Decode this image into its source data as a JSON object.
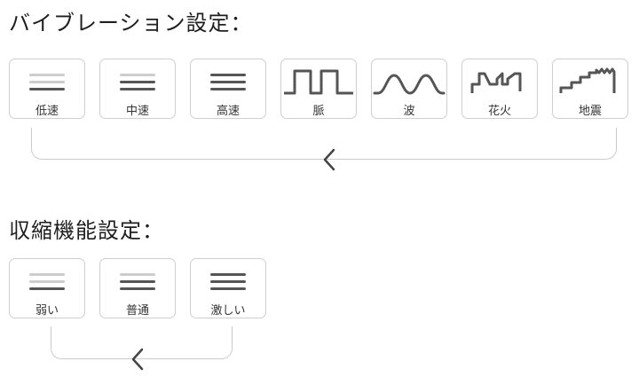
{
  "vibration": {
    "title": "バイブレーション設定：",
    "items": [
      {
        "label": "低速",
        "icon": "low-speed-bars-icon"
      },
      {
        "label": "中速",
        "icon": "medium-speed-bars-icon"
      },
      {
        "label": "高速",
        "icon": "high-speed-bars-icon"
      },
      {
        "label": "脈",
        "icon": "pulse-wave-icon"
      },
      {
        "label": "波",
        "icon": "sine-wave-icon"
      },
      {
        "label": "花火",
        "icon": "fireworks-wave-icon"
      },
      {
        "label": "地震",
        "icon": "earthquake-stairs-icon"
      }
    ]
  },
  "contraction": {
    "title": "収縮機能設定：",
    "items": [
      {
        "label": "弱い",
        "icon": "weak-bars-icon"
      },
      {
        "label": "普通",
        "icon": "normal-bars-icon"
      },
      {
        "label": "激しい",
        "icon": "strong-bars-icon"
      }
    ]
  },
  "colors": {
    "icon_dark": "#555555",
    "icon_light": "#cccccc",
    "border": "#cfcfcf"
  }
}
